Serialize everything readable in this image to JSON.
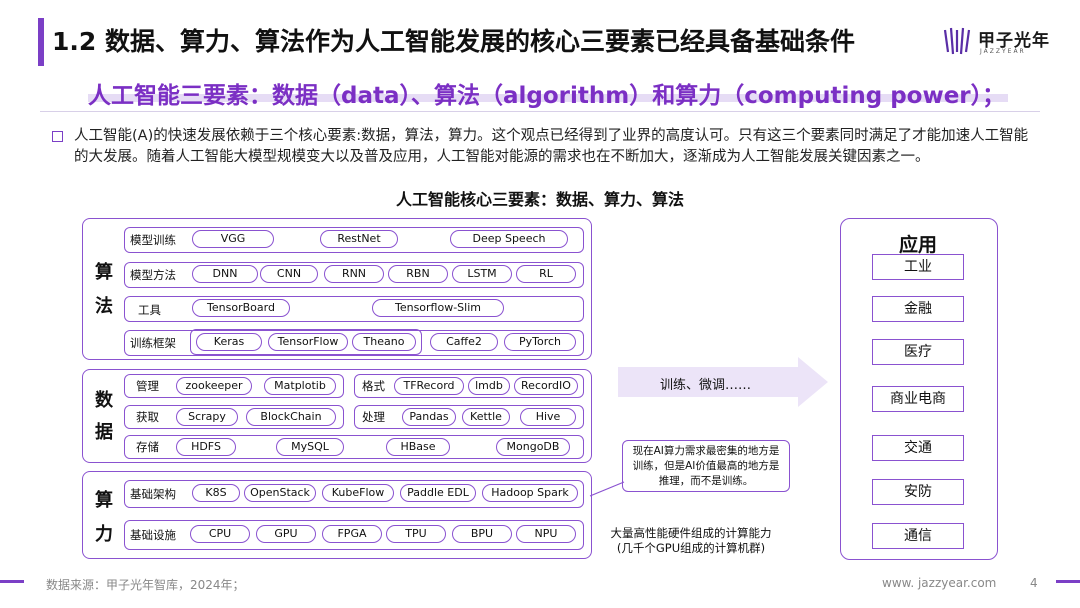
{
  "header": {
    "title": "1.2 数据、算力、算法作为人工智能发展的核心三要素已经具备基础条件",
    "logo_cn": "甲子光年",
    "logo_en": "JAZZYEAR",
    "logo_icon": "jazzyear-logo-icon"
  },
  "subtitle": "人工智能三要素：数据（data）、算法（algorithm）和算力（computing power）；",
  "paragraph": "人工智能(A)的快速发展依赖于三个核心要素:数据，算法，算力。这个观点已经得到了业界的高度认可。只有这三个要素同时满足了才能加速人工智能的大发展。随着人工智能大模型规模变大以及普及应用，人工智能对能源的需求也在不断加大，逐渐成为人工智能发展关键因素之一。",
  "diagram": {
    "title": "人工智能核心三要素：数据、算力、算法",
    "algorithm": {
      "label_1": "算",
      "label_2": "法",
      "rows": [
        {
          "label": "模型训练",
          "items": [
            "VGG",
            "RestNet",
            "Deep Speech"
          ]
        },
        {
          "label": "模型方法",
          "items": [
            "DNN",
            "CNN",
            "RNN",
            "RBN",
            "LSTM",
            "RL"
          ]
        },
        {
          "label": "工具",
          "items": [
            "TensorBoard",
            "Tensorflow-Slim"
          ]
        },
        {
          "label": "训练框架",
          "items": [
            "Keras",
            "TensorFlow",
            "Theano",
            "Caffe2",
            "PyTorch"
          ]
        }
      ]
    },
    "data": {
      "label_1": "数",
      "label_2": "据",
      "rows": [
        {
          "label": "管理",
          "items": [
            "zookeeper",
            "Matplotib"
          ]
        },
        {
          "label": "格式",
          "items": [
            "TFRecord",
            "lmdb",
            "RecordIO"
          ]
        },
        {
          "label": "获取",
          "items": [
            "Scrapy",
            "BlockChain"
          ]
        },
        {
          "label": "处理",
          "items": [
            "Pandas",
            "Kettle",
            "Hive"
          ]
        },
        {
          "label": "存储",
          "items": [
            "HDFS",
            "MySQL",
            "HBase",
            "MongoDB"
          ]
        }
      ]
    },
    "compute": {
      "label_1": "算",
      "label_2": "力",
      "rows": [
        {
          "label": "基础架构",
          "items": [
            "K8S",
            "OpenStack",
            "KubeFlow",
            "Paddle EDL",
            "Hadoop Spark"
          ]
        },
        {
          "label": "基础设施",
          "items": [
            "CPU",
            "GPU",
            "FPGA",
            "TPU",
            "BPU",
            "NPU"
          ]
        }
      ]
    },
    "arrow_text": "训练、微调……",
    "callout": "现在AI算力需求最密集的地方是训练，但是AI价值最高的地方是推理，而不是训练。",
    "compute_note_1": "大量高性能硬件组成的计算能力",
    "compute_note_2": "(几千个GPU组成的计算机群)",
    "applications": {
      "title": "应用",
      "items": [
        "工业",
        "金融",
        "医疗",
        "商业电商",
        "交通",
        "安防",
        "通信"
      ]
    }
  },
  "footer": {
    "source": "数据来源：甲子光年智库，2024年；",
    "website": "www. jazzyear.com",
    "page": "4"
  },
  "colors": {
    "accent": "#7b3fc6",
    "highlight": "#e6dcf5",
    "arrow": "#ece4f8"
  }
}
